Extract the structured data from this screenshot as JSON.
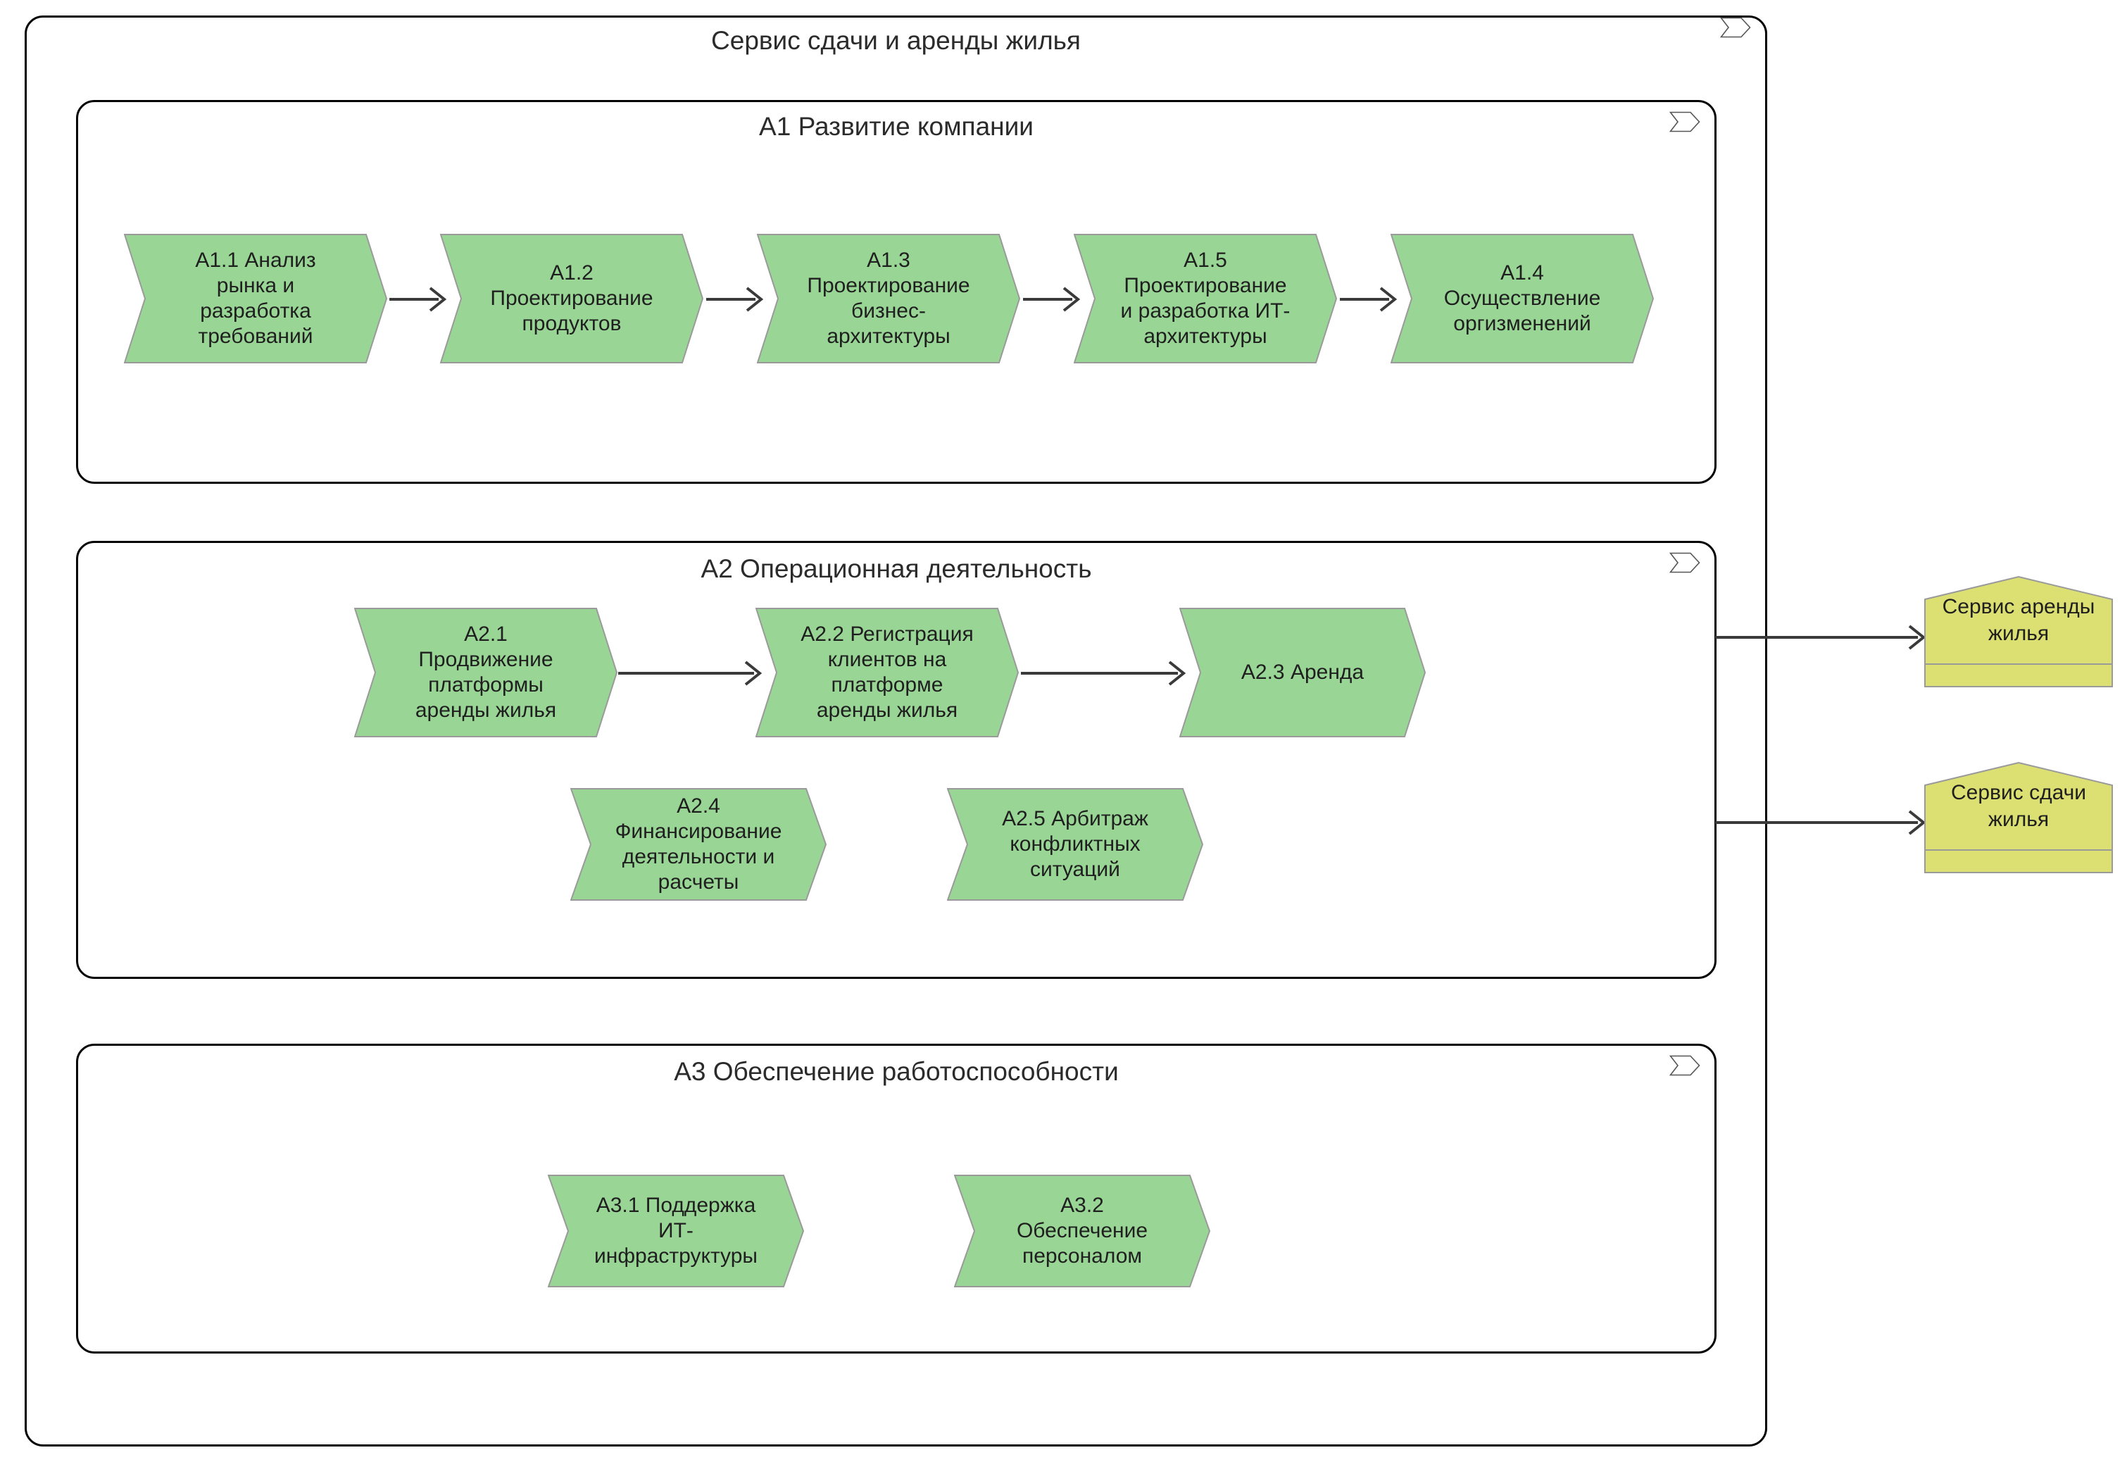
{
  "diagram": {
    "title": "Сервис сдачи и аренды жилья",
    "type": "archimate-business-process-map",
    "colors": {
      "process_fill": "#99D595",
      "process_stroke": "#9a9a9a",
      "service_fill": "#DCE073",
      "service_stroke": "#9a9a9a",
      "group_stroke": "#000000",
      "connector": "#3a3a3a",
      "text": "#1f1f1f",
      "title_text": "#2b2b2b",
      "background": "#ffffff"
    },
    "icons": {
      "group_corner": "process-chevron-icon"
    }
  },
  "groups": [
    {
      "id": "a1",
      "title": "A1 Развитие компании",
      "corner_icon": "process-chevron-icon"
    },
    {
      "id": "a2",
      "title": "A2 Операционная деятельность",
      "corner_icon": "process-chevron-icon"
    },
    {
      "id": "a3",
      "title": "A3 Обеспечение работоспособности",
      "corner_icon": "process-chevron-icon"
    }
  ],
  "processes": {
    "a1_1": "A1.1 Анализ\nрынка и\nразработка\nтребований",
    "a1_2": "A1.2\nПроектирование\nпродуктов",
    "a1_3": "A1.3\nПроектирование\nбизнес-\nархитектуры",
    "a1_5": "A1.5\nПроектирование\nи разработка ИТ-\nархитектуры",
    "a1_4": "A1.4\nОсуществление\nоргизменений",
    "a2_1": "A2.1\nПродвижение\nплатформы\nаренды жилья",
    "a2_2": "A2.2 Регистрация\nклиентов на\nплатформе\nаренды жилья",
    "a2_3": "A2.3 Аренда",
    "a2_4": "A2.4\nФинансирование\nдеятельности и\nрасчеты",
    "a2_5": "A2.5 Арбитраж\nконфликтных\nситуаций",
    "a3_1": "A3.1 Поддержка\nИТ-\nинфраструктуры",
    "a3_2": "A3.2\nОбеспечение\nперсоналом"
  },
  "services": {
    "rent_service": "Сервис аренды\nжилья",
    "lease_service": "Сервис сдачи\nжилья"
  }
}
